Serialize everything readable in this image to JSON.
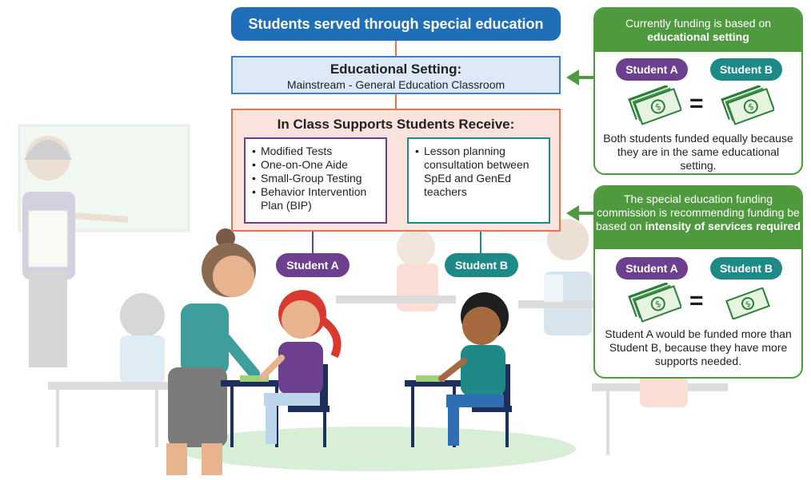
{
  "title": "Students served through special education",
  "setting": {
    "heading": "Educational Setting:",
    "subheading": "Mainstream - General Education Classroom"
  },
  "supports": {
    "heading": "In Class Supports Students Receive:",
    "student_a_items": [
      "Modified Tests",
      "One-on-One Aide",
      "Small-Group Testing",
      "Behavior Intervention Plan (BIP)"
    ],
    "student_b_items": [
      "Lesson planning consultation between SpEd and GenEd teachers"
    ]
  },
  "students": {
    "a": "Student A",
    "b": "Student B"
  },
  "current_card": {
    "header_line": "Currently funding is based on",
    "header_bold": "educational setting",
    "equals_sign": "=",
    "footer": "Both students funded equally because they are in the same educational setting."
  },
  "recommend_card": {
    "header_line": "The special education funding commission is recommending funding be based on",
    "header_bold": "intensity of services required",
    "equals_sign": "=",
    "footer": "Student A would be funded more than Student B, because they have more supports needed."
  },
  "colors": {
    "title_blue": "#1f6fb8",
    "setting_border": "#3b82c4",
    "supports_border": "#e8734f",
    "student_a_purple": "#6d3f8f",
    "student_b_teal": "#1e8a87",
    "funding_green": "#4f9a3f"
  },
  "icons": {
    "money": "money-stack-icon",
    "arrow": "left-arrow-icon"
  }
}
